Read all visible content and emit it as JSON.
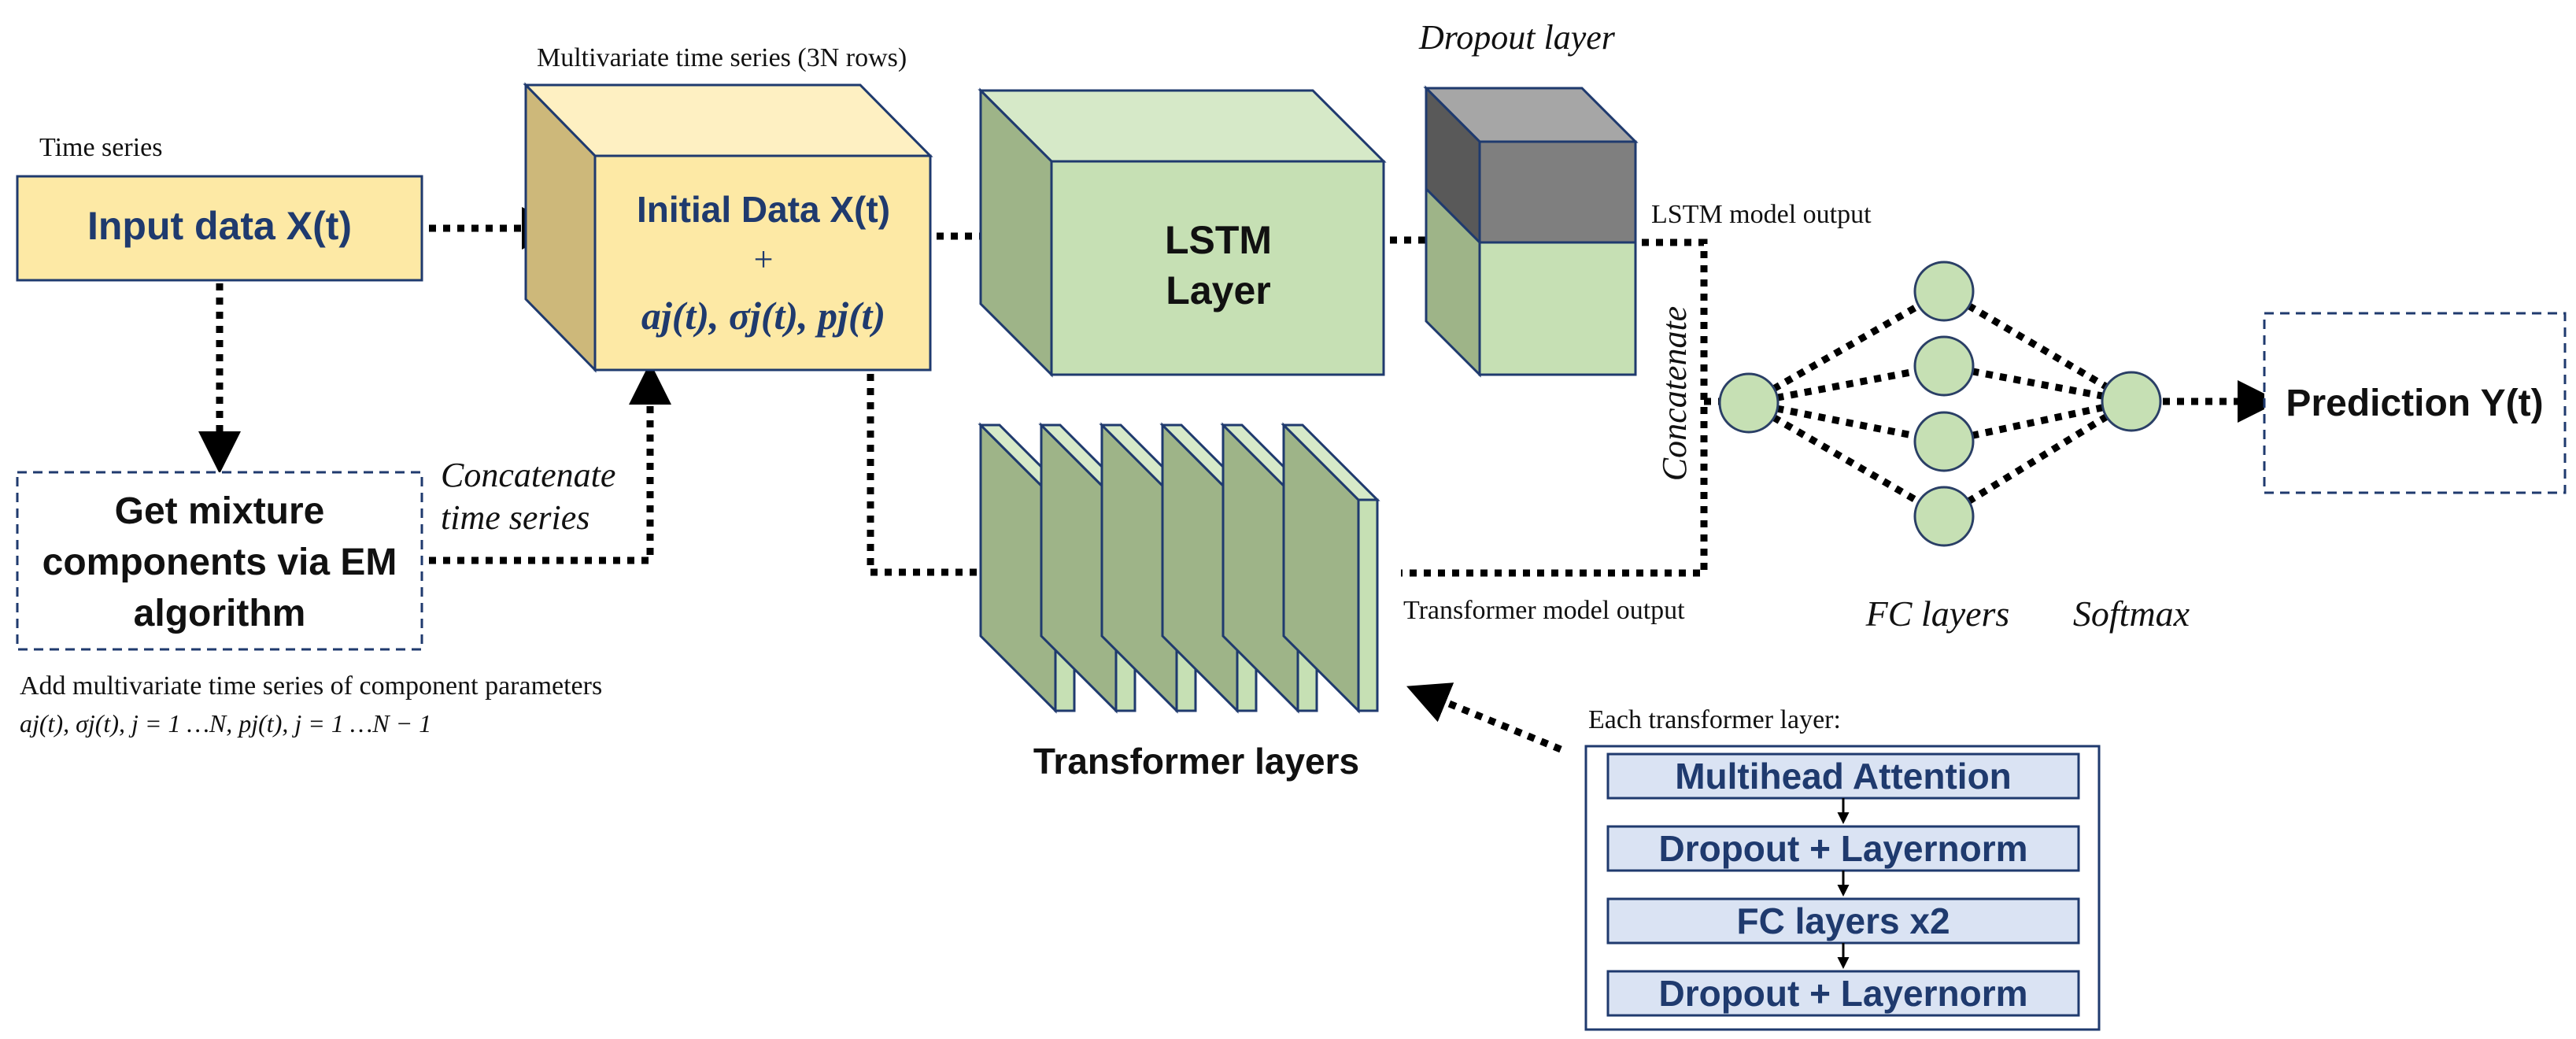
{
  "labels": {
    "time_series": "Time series",
    "input_data": "Input data X(t)",
    "multivariate_caption": "Multivariate time series (3N rows)",
    "initial_data_line1": "Initial Data X(t)",
    "initial_data_plus": "+",
    "initial_data_line3": "aj(t), σj(t), pj(t)",
    "mixture_line1": "Get mixture",
    "mixture_line2": "components via EM",
    "mixture_line3": "algorithm",
    "concatenate_ts_line1": "Concatenate",
    "concatenate_ts_line2": "time series",
    "add_params_line1": "Add multivariate time series of component parameters",
    "add_params_line2": "aj(t), σj(t), j = 1 …N, pj(t), j = 1 …N − 1",
    "lstm_line1": "LSTM",
    "lstm_line2": "Layer",
    "dropout_layer": "Dropout layer",
    "lstm_output": "LSTM model output",
    "concatenate_vertical": "Concatenate",
    "transformer_output": "Transformer model output",
    "transformer_layers": "Transformer layers",
    "fc_layers": "FC layers",
    "softmax": "Softmax",
    "prediction": "Prediction Y(t)",
    "each_transformer_layer": "Each transformer layer:"
  },
  "transformer_steps": [
    "Multihead Attention",
    "Dropout + Layernorm",
    "FC layers x2",
    "Dropout + Layernorm"
  ],
  "colors": {
    "input_fill": "#fde9a5",
    "cube_front": "#fde9a5",
    "cube_side": "#cdb87a",
    "green_front": "#c6e0b4",
    "green_side": "#9eb488",
    "green_top": "#d6e9c8",
    "dropout_dark": "#7f7f7f",
    "text_navy": "#1f3a6e",
    "step_fill": "#dae3f3",
    "node_fill": "#c6e0b4"
  }
}
